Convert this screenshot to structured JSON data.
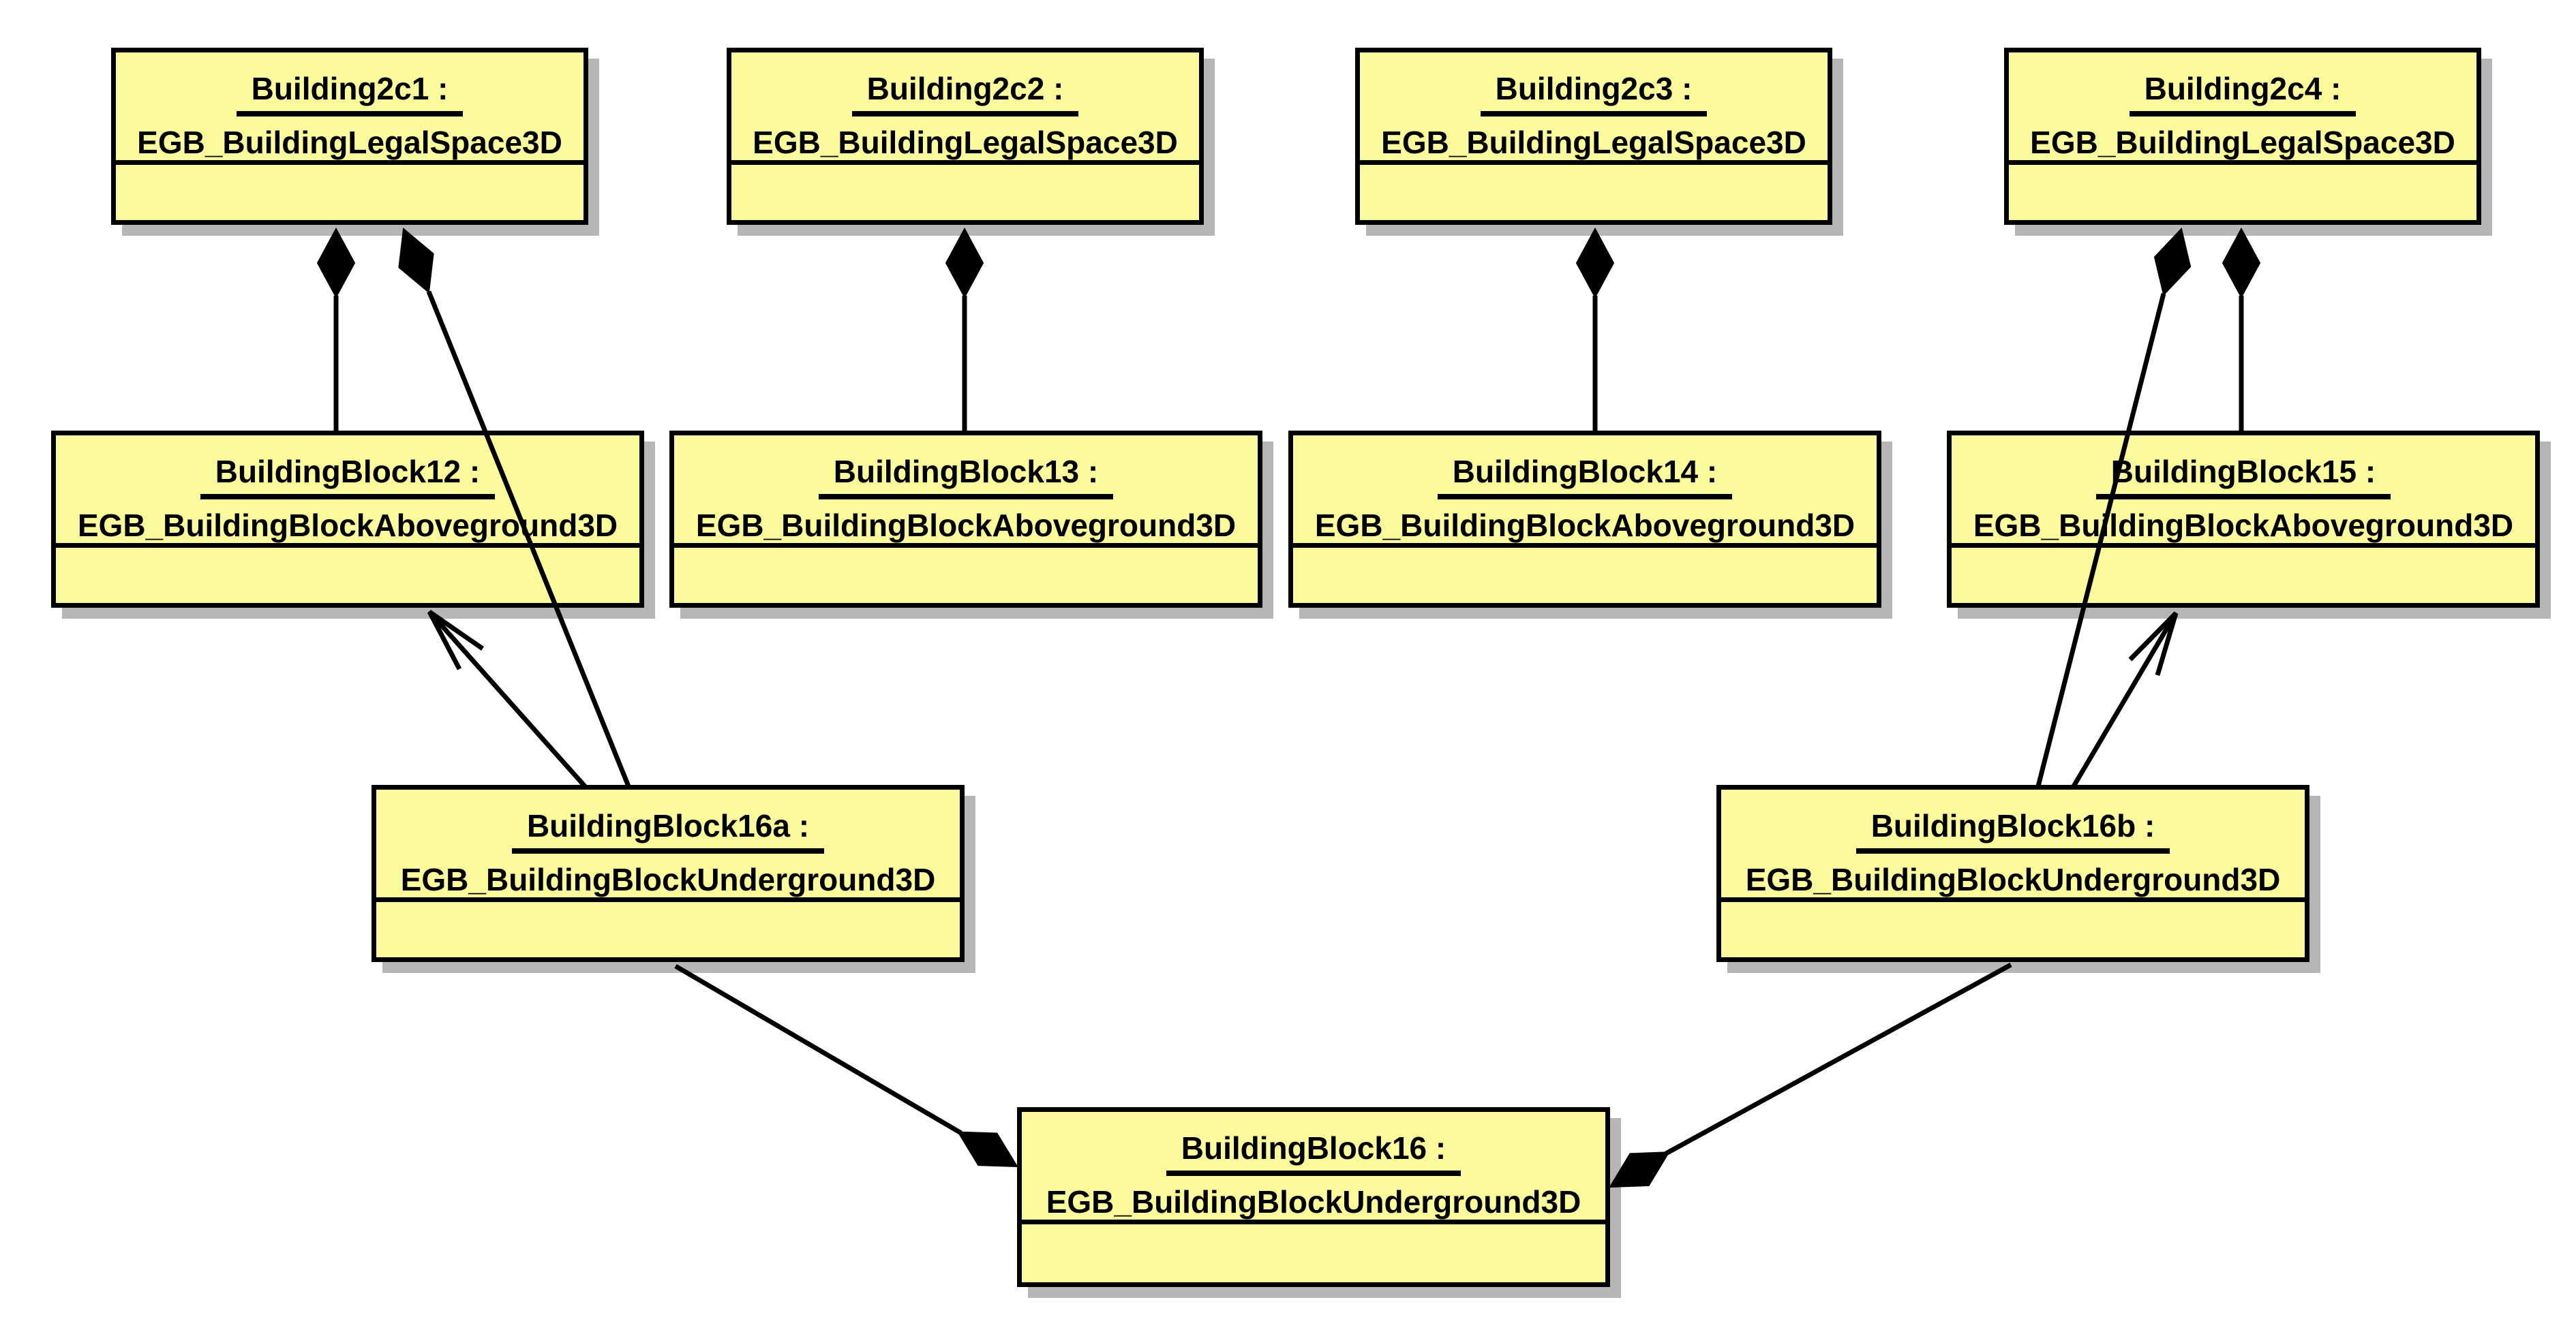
{
  "diagram": {
    "kind": "uml-object-diagram",
    "colors": {
      "background": "#ffffff",
      "node_fill": "#fbfa9c",
      "node_border": "#000000",
      "node_shadow": "#b6b6b6",
      "connector": "#000000"
    },
    "nodes": [
      {
        "id": "building2c1",
        "name": "Building2c1 :",
        "classifier": "EGB_BuildingLegalSpace3D"
      },
      {
        "id": "building2c2",
        "name": "Building2c2 :",
        "classifier": "EGB_BuildingLegalSpace3D"
      },
      {
        "id": "building2c3",
        "name": "Building2c3 :",
        "classifier": "EGB_BuildingLegalSpace3D"
      },
      {
        "id": "building2c4",
        "name": "Building2c4 :",
        "classifier": "EGB_BuildingLegalSpace3D"
      },
      {
        "id": "buildingblock12",
        "name": "BuildingBlock12 :",
        "classifier": "EGB_BuildingBlockAboveground3D"
      },
      {
        "id": "buildingblock13",
        "name": "BuildingBlock13 :",
        "classifier": "EGB_BuildingBlockAboveground3D"
      },
      {
        "id": "buildingblock14",
        "name": "BuildingBlock14 :",
        "classifier": "EGB_BuildingBlockAboveground3D"
      },
      {
        "id": "buildingblock15",
        "name": "BuildingBlock15 :",
        "classifier": "EGB_BuildingBlockAboveground3D"
      },
      {
        "id": "buildingblock16a",
        "name": "BuildingBlock16a :",
        "classifier": "EGB_BuildingBlockUnderground3D"
      },
      {
        "id": "buildingblock16b",
        "name": "BuildingBlock16b :",
        "classifier": "EGB_BuildingBlockUnderground3D"
      },
      {
        "id": "buildingblock16",
        "name": "BuildingBlock16 :",
        "classifier": "EGB_BuildingBlockUnderground3D"
      }
    ],
    "edges": [
      {
        "type": "composition",
        "whole": "Building2c1",
        "part": "BuildingBlock12"
      },
      {
        "type": "composition",
        "whole": "Building2c1",
        "part": "BuildingBlock16a"
      },
      {
        "type": "composition",
        "whole": "Building2c2",
        "part": "BuildingBlock13"
      },
      {
        "type": "composition",
        "whole": "Building2c3",
        "part": "BuildingBlock14"
      },
      {
        "type": "composition",
        "whole": "Building2c4",
        "part": "BuildingBlock16b"
      },
      {
        "type": "composition",
        "whole": "Building2c4",
        "part": "BuildingBlock15"
      },
      {
        "type": "association-arrow",
        "from": "BuildingBlock16a",
        "to": "BuildingBlock12"
      },
      {
        "type": "association-arrow",
        "from": "BuildingBlock16b",
        "to": "BuildingBlock15"
      },
      {
        "type": "composition",
        "whole": "BuildingBlock16",
        "part": "BuildingBlock16a"
      },
      {
        "type": "composition",
        "whole": "BuildingBlock16",
        "part": "BuildingBlock16b"
      }
    ]
  }
}
